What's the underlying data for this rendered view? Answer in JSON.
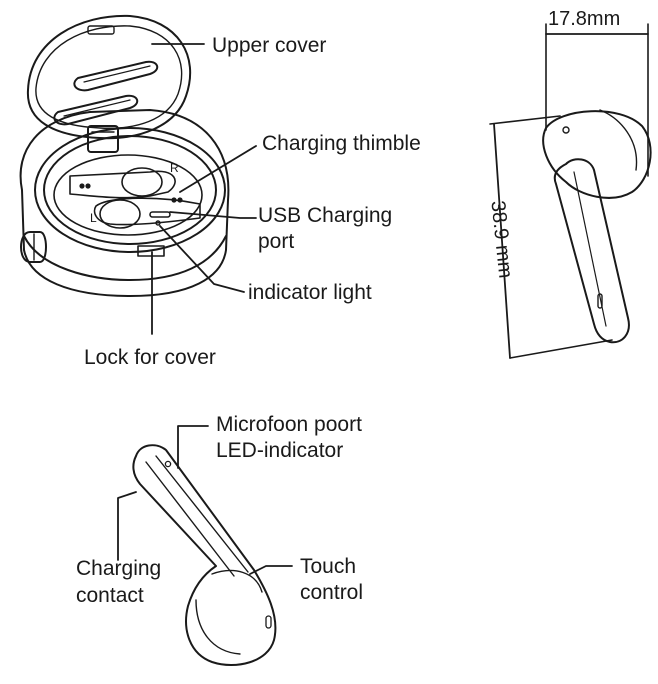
{
  "labels": {
    "upper_cover": "Upper cover",
    "charging_thimble": "Charging thimble",
    "usb_line1": "USB Charging",
    "usb_line2": "port",
    "indicator_light": "indicator light",
    "lock_for_cover": "Lock for cover",
    "microfoon_poort": "Microfoon poort",
    "led_indicator": "LED-indicator",
    "charging_line1": "Charging",
    "charging_line2": "contact",
    "touch_line1": "Touch",
    "touch_line2": "control"
  },
  "dimensions": {
    "width": "17.8mm",
    "height": "38.9 mm"
  },
  "case_marks": {
    "left": "L",
    "right": "R"
  }
}
